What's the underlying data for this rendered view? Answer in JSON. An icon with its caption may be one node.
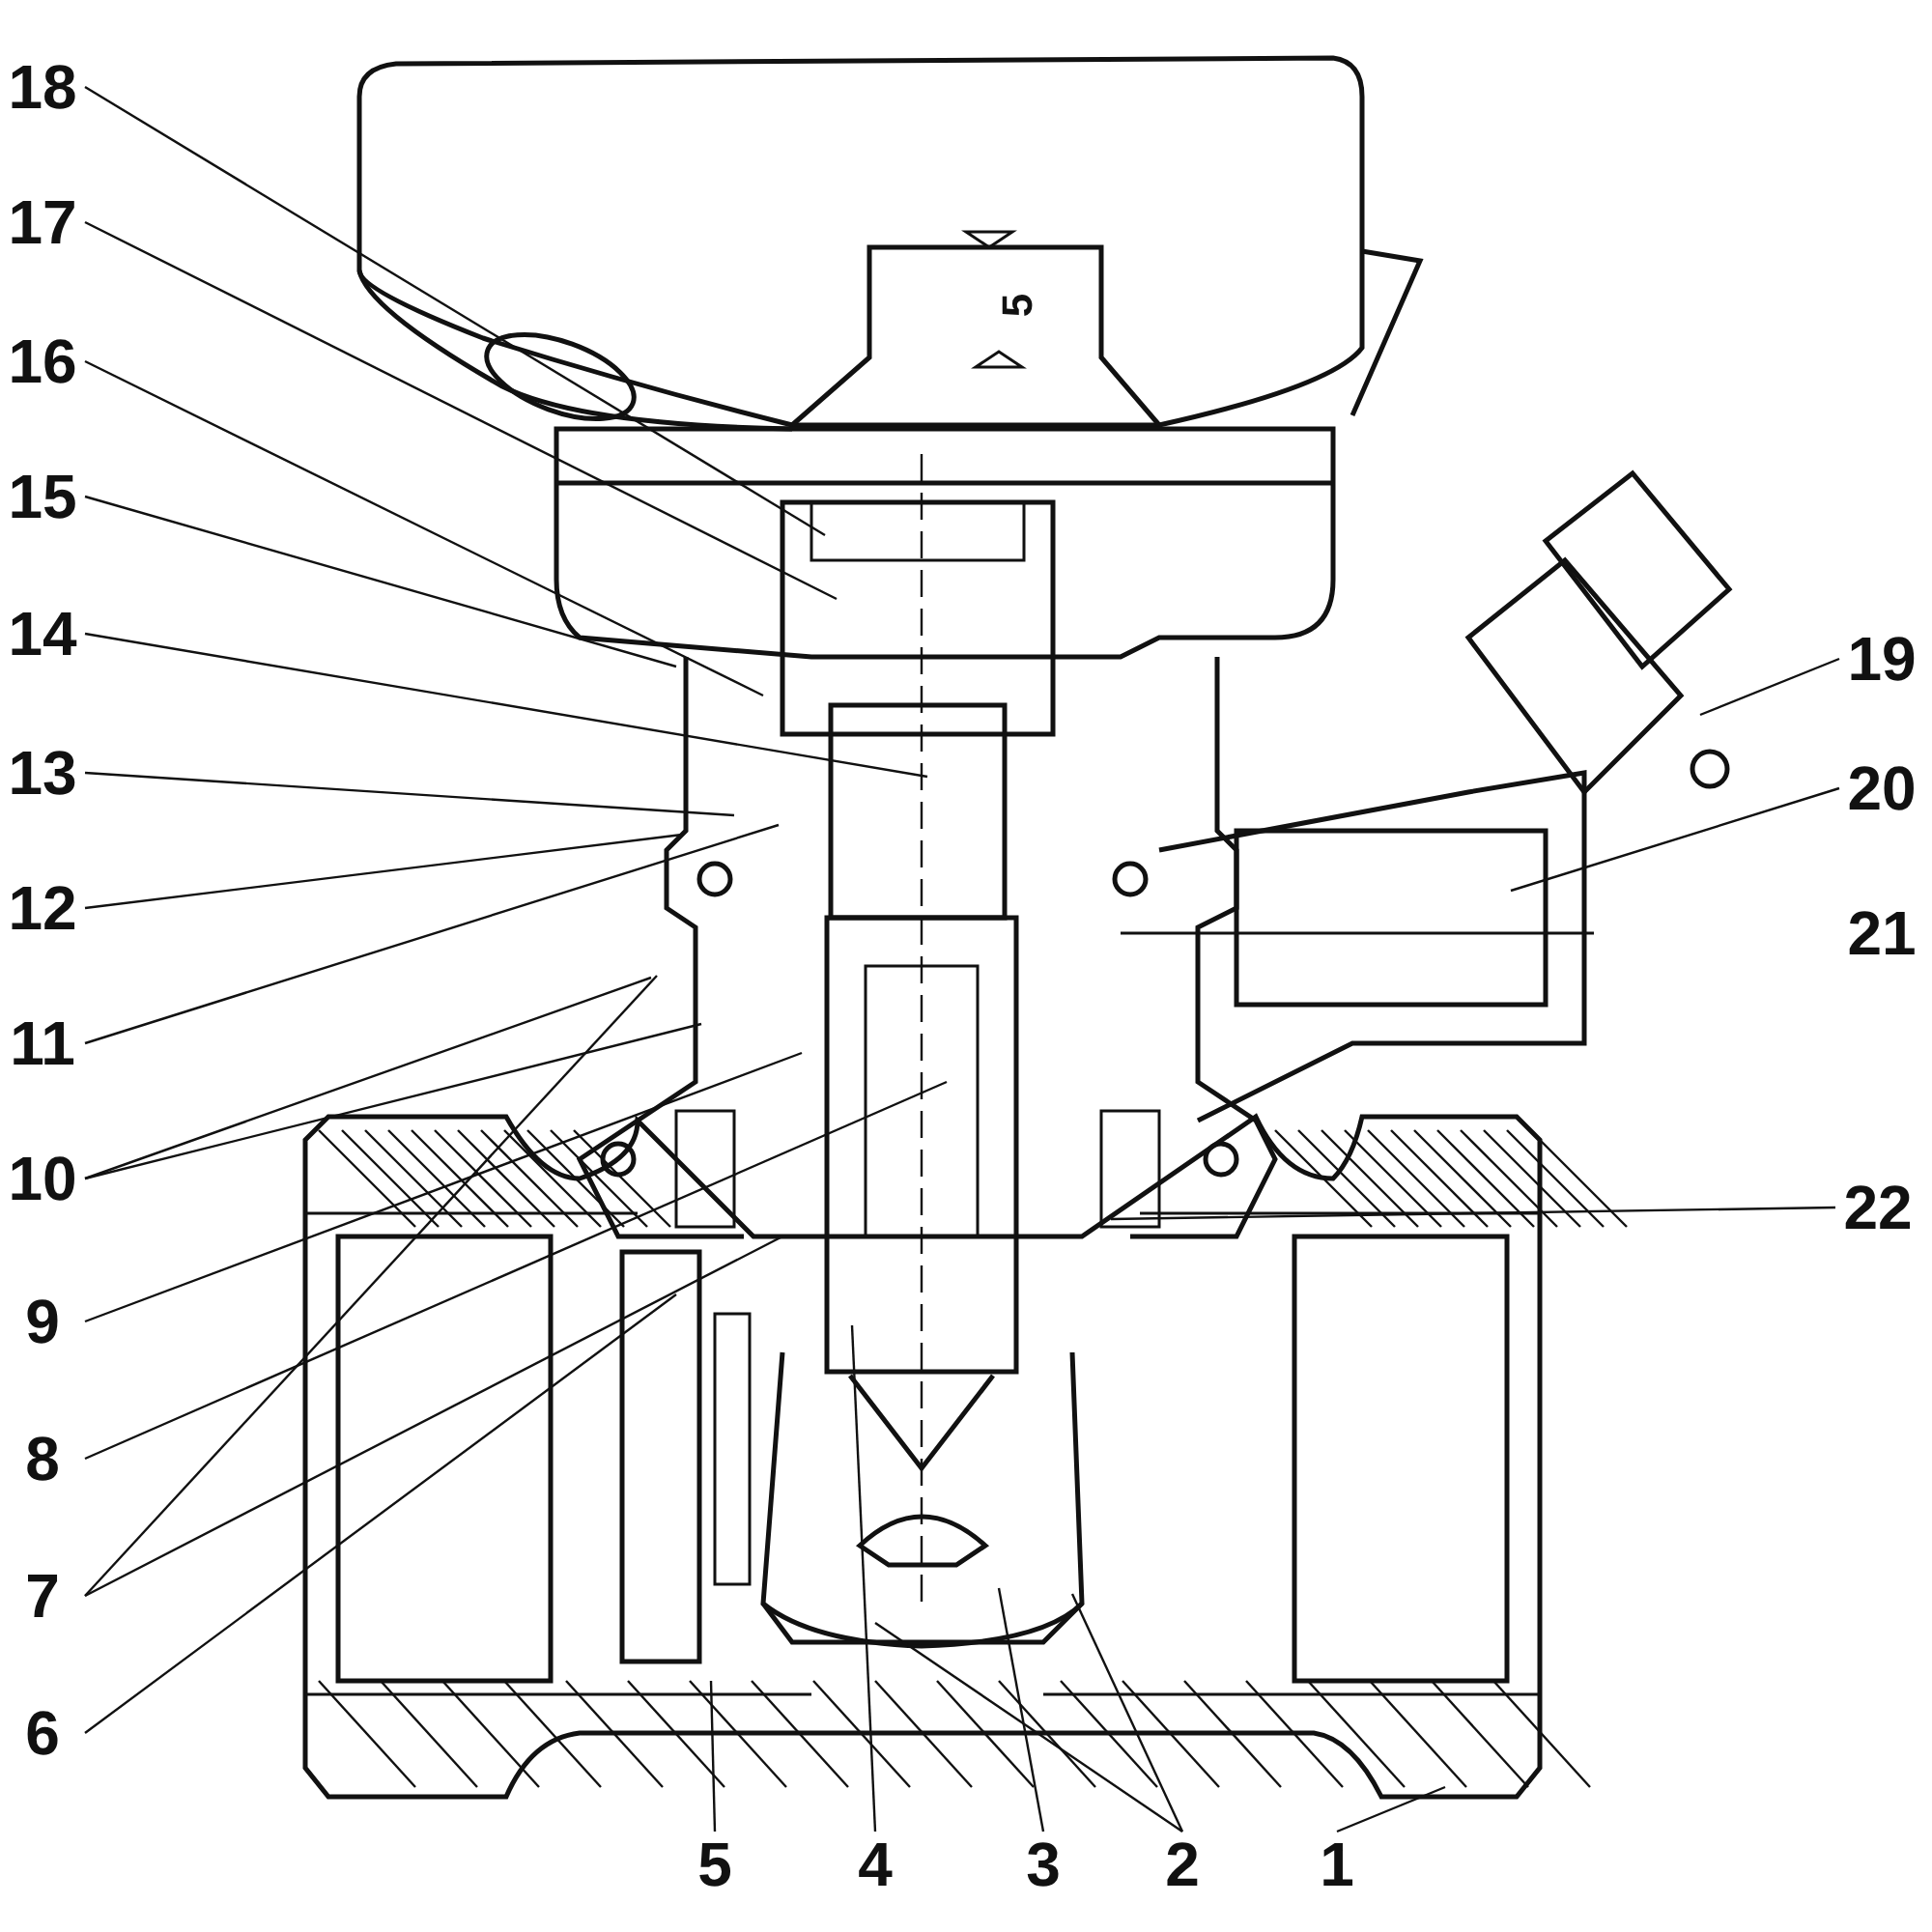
{
  "diagram": {
    "nodes": [
      {
        "text": [
          "18"
        ]
      },
      {
        "text": [
          "17"
        ]
      },
      {
        "text": [
          "16"
        ]
      },
      {
        "text": [
          "15"
        ]
      },
      {
        "text": [
          "14"
        ]
      },
      {
        "text": [
          "13"
        ]
      },
      {
        "text": [
          "12"
        ]
      },
      {
        "text": [
          "11"
        ]
      },
      {
        "text": [
          "10"
        ]
      },
      {
        "text": [
          "9"
        ]
      },
      {
        "text": [
          "8"
        ]
      },
      {
        "text": [
          "7"
        ]
      },
      {
        "text": [
          "6"
        ]
      },
      {
        "text": [
          "5"
        ]
      },
      {
        "text": [
          "4"
        ]
      },
      {
        "text": [
          "3"
        ]
      },
      {
        "text": [
          "2"
        ]
      },
      {
        "text": [
          "1"
        ]
      },
      {
        "text": [
          "19"
        ]
      },
      {
        "text": [
          "20"
        ]
      },
      {
        "text": [
          "22"
        ]
      }
    ],
    "edges": [
      {
        "from": 0,
        "to": null,
        "arrow": "none"
      },
      {
        "from": 1,
        "to": null,
        "arrow": "none"
      },
      {
        "from": 2,
        "to": null,
        "arrow": "none"
      },
      {
        "from": 3,
        "to": null,
        "arrow": "none"
      },
      {
        "from": 4,
        "to": null,
        "arrow": "none"
      },
      {
        "from": 5,
        "to": null,
        "arrow": "none"
      },
      {
        "from": 6,
        "to": null,
        "arrow": "none"
      },
      {
        "from": 7,
        "to": null,
        "arrow": "none"
      },
      {
        "from": 8,
        "to": null,
        "arrow": "none"
      },
      {
        "from": 8,
        "to": null,
        "arrow": "none"
      },
      {
        "from": 9,
        "to": null,
        "arrow": "none"
      },
      {
        "from": 10,
        "to": null,
        "arrow": "none"
      },
      {
        "from": 11,
        "to": null,
        "arrow": "none"
      },
      {
        "from": 11,
        "to": null,
        "arrow": "none"
      },
      {
        "from": 12,
        "to": null,
        "arrow": "none"
      },
      {
        "from": 13,
        "to": null,
        "arrow": "none"
      },
      {
        "from": 14,
        "to": null,
        "arrow": "none"
      },
      {
        "from": 15,
        "to": null,
        "arrow": "none"
      },
      {
        "from": 16,
        "to": null,
        "arrow": "none"
      },
      {
        "from": 16,
        "to": null,
        "arrow": "none"
      },
      {
        "from": 17,
        "to": null,
        "arrow": "none"
      },
      {
        "from": 18,
        "to": null,
        "arrow": "none"
      },
      {
        "from": 19,
        "to": null,
        "arrow": "none"
      },
      {
        "from": 20,
        "to": null,
        "arrow": "none"
      }
    ],
    "labels": [
      "5",
      "21"
    ]
  }
}
